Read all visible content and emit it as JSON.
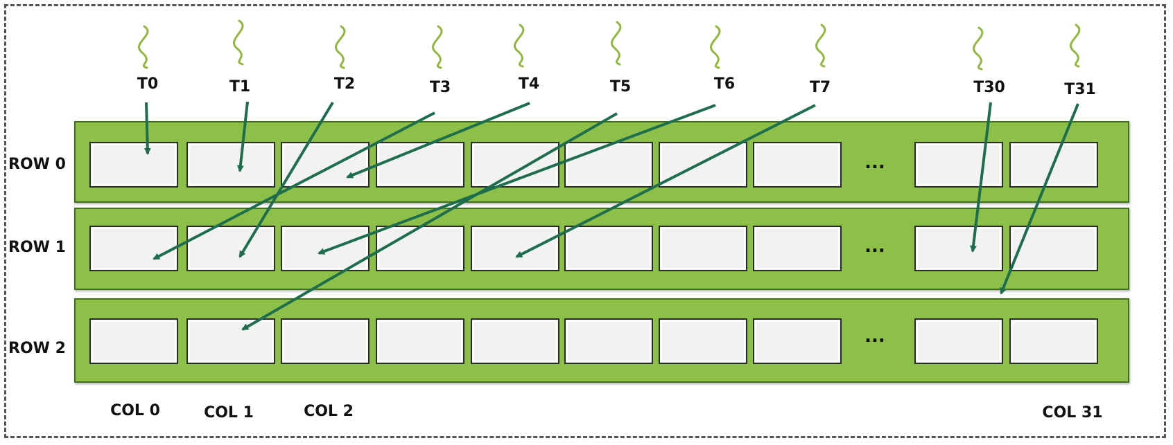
{
  "threads": [
    "T0",
    "T1",
    "T2",
    "T3",
    "T4",
    "T5",
    "T6",
    "T7",
    "T30",
    "T31"
  ],
  "rows": [
    "ROW 0",
    "ROW 1",
    "ROW 2"
  ],
  "columns": {
    "col0": "COL 0",
    "col1": "COL 1",
    "col2": "COL 2",
    "col31": "COL 31"
  },
  "ellipsis": "...",
  "access_map": [
    {
      "thread": "T0",
      "row": 0,
      "col": 0
    },
    {
      "thread": "T1",
      "row": 0,
      "col": 1
    },
    {
      "thread": "T2",
      "row": 1,
      "col": 1
    },
    {
      "thread": "T3",
      "row": 1,
      "col": 0
    },
    {
      "thread": "T4",
      "row": 0,
      "col": 2
    },
    {
      "thread": "T5",
      "row": 2,
      "col": 1
    },
    {
      "thread": "T6",
      "row": 1,
      "col": 2
    },
    {
      "thread": "T7",
      "row": 1,
      "col": 4
    },
    {
      "thread": "T30",
      "row": 1,
      "col": 30
    },
    {
      "thread": "T31",
      "row": 2,
      "col": 31
    }
  ],
  "colors": {
    "bank_fill": "#8dc048",
    "cell_fill": "#f2f2f2",
    "arrow": "#1e6e4e",
    "thread_squiggle": "#8fb83c",
    "frame": "#555555"
  }
}
